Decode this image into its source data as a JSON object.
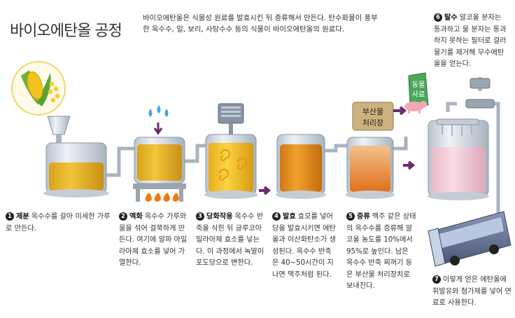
{
  "title": "바이오에탄올 공정",
  "intro": "바이오에탄올은 식물성 원료를 발효시킨 뒤 증류해서 만든다. 탄수화물이 풍부한 옥수수, 밀, 보리, 사탕수수 등의 식물이 바이오에탄올의 원료다.",
  "steps": [
    {
      "num": "1",
      "head": "제분",
      "text": "옥수수를 갈아 미세한 가루로 만든다."
    },
    {
      "num": "2",
      "head": "액화",
      "text": "옥수수 가루와 물을 섞어 걸쭉하게 만든다. 여기에 알파 아밀라아제 효소를 넣어 가열한다."
    },
    {
      "num": "3",
      "head": "당화작용",
      "text": "옥수수 반죽을 식힌 뒤 글루코아밀라아제 효소를 넣는다. 이 과정에서 녹말이 포도당으로 변한다."
    },
    {
      "num": "4",
      "head": "발효",
      "text": "효모를 넣어 당을 발효시키면 에탄올과 이산화탄소가 생성된다. 옥수수 반죽은 40~50시간이 지나면 맥주처럼 된다."
    },
    {
      "num": "5",
      "head": "증류",
      "text": "맥주 같은 상태의 옥수수를 증류해 알코올 농도를 10%에서 95%로 높인다. 남은 옥수수 반죽 찌꺼기 등은 부산물 처리장치로 보내진다."
    },
    {
      "num": "6",
      "head": "탈수",
      "text": "알코올 분자는 통과하고 물 분자는 통과하지 못하는 필터로 걸러 물기를 제거해 무수에탄올을 얻는다."
    },
    {
      "num": "7",
      "head": "",
      "text": "이렇게 얻은 에탄올에 휘발유와 첨가제를 넣어 연료로 사용한다."
    }
  ],
  "labels": {
    "byproduct_line1": "부산물",
    "byproduct_line2": "처리장",
    "feed_line1": "동물",
    "feed_line2": "사료"
  },
  "colors": {
    "tank_body": "#dde3ea",
    "liquid1": "#e8b62a",
    "liquid3": "#f2c22c",
    "liquid4": "#e08e1a",
    "liquid5": "#e07a1c",
    "liquid6": "#f1c9d6",
    "arrow": "#6b2a6b",
    "feed_bag": "#4aa85a",
    "pipe": "#aab4c0"
  },
  "icons": [
    "corn-icon",
    "water-drop-icon",
    "flame-icon",
    "pig-icon",
    "bus-icon",
    "motor-icon",
    "valve-icon"
  ]
}
